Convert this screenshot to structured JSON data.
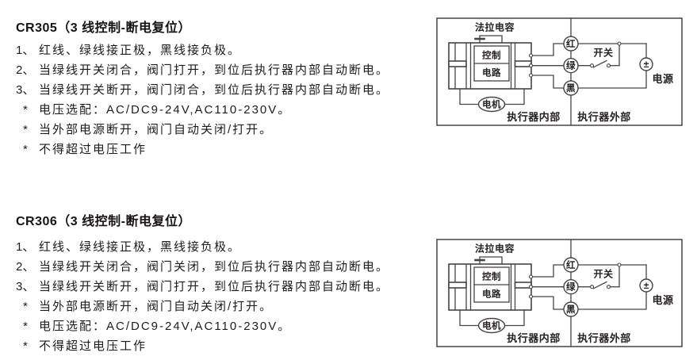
{
  "colors": {
    "background": "#ffffff",
    "text": "#1f1b1c",
    "diagram_stroke": "#474343"
  },
  "sections": [
    {
      "model": "CR305",
      "title": "CR305（3 线控制-断电复位）",
      "lines": [
        {
          "marker": "1、",
          "text": "红线、绿线接正极，黑线接负极。"
        },
        {
          "marker": "2、",
          "text": "当绿线开关闭合，阀门打开，到位后执行器内部自动断电。"
        },
        {
          "marker": "3、",
          "text": "当绿线开关断开，阀门闭合，到位后执行器内部自动断电。"
        },
        {
          "marker": "*",
          "text": "电压选配：AC/DC9-24V,AC110-230V。"
        },
        {
          "marker": "*",
          "text": "当外部电源断开，阀门自动关闭/打开。"
        },
        {
          "marker": "*",
          "text": "不得超过电压工作"
        }
      ]
    },
    {
      "model": "CR306",
      "title": "CR306（3 线控制-断电复位）",
      "lines": [
        {
          "marker": "1、",
          "text": "红线、绿线接正极，黑线接负极。"
        },
        {
          "marker": "2、",
          "text": "当绿线开关闭合，阀门关闭，到位后执行器内部自动断电。"
        },
        {
          "marker": "3、",
          "text": "当绿线开关断开，阀门打开，到位后执行器内部自动断电。"
        },
        {
          "marker": "*",
          "text": "当外部电源断开，阀门自动关闭/打开。"
        },
        {
          "marker": "*",
          "text": "电压选配：AC/DC9-24V,AC110-230V。"
        },
        {
          "marker": "*",
          "text": "不得超过电压工作"
        }
      ]
    }
  ],
  "diagram_labels": {
    "farad_capacitor": "法拉电容",
    "control": "控制",
    "circuit": "电路",
    "motor": "电机",
    "red": "红",
    "green": "绿",
    "black": "黑",
    "switch": "开关",
    "power_polarity": "±",
    "power": "电源",
    "actuator_inside": "执行器内部",
    "actuator_outside": "执行器外部"
  }
}
